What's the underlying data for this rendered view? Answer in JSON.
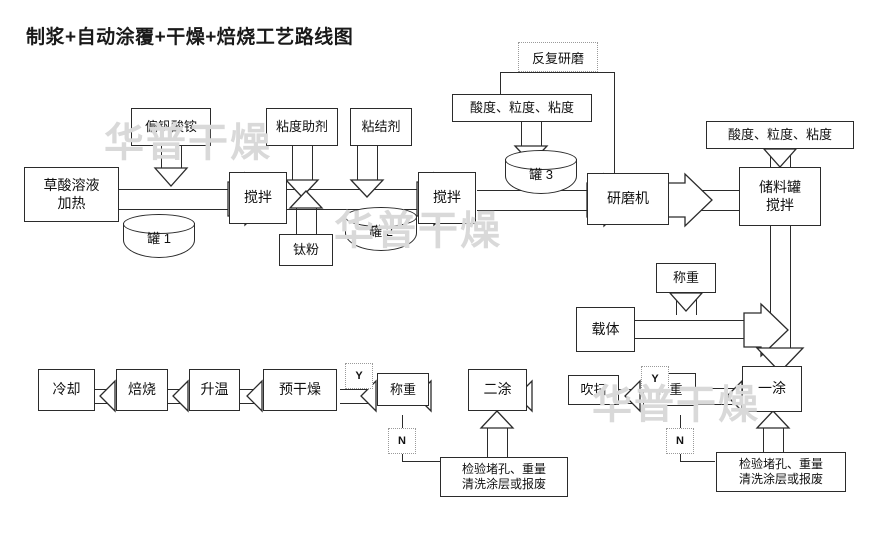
{
  "title": "制浆+自动涂覆+干燥+焙烧工艺路线图",
  "watermark": {
    "text": "华普干燥"
  },
  "nodes": {
    "ammonium_metavanadate": "偏钒酸铵",
    "viscosity_aid": "粘度助剂",
    "binder": "粘结剂",
    "oxalic_acid_heat_l1": "草酸溶液",
    "oxalic_acid_heat_l2": "加热",
    "tank1": "罐 1",
    "mix1": "搅拌",
    "titanium_powder": "钛粉",
    "tank2": "罐 2",
    "mix2": "搅拌",
    "repeat_grinding": "反复研磨",
    "quality_check_1": "酸度、粒度、粘度",
    "tank3": "罐 3",
    "grinder": "研磨机",
    "quality_check_2": "酸度、粒度、粘度",
    "storage_tank_l1": "储料罐",
    "storage_tank_l2": "搅拌",
    "weigh_carrier": "称重",
    "carrier": "载体",
    "coat1": "一涂",
    "weigh1": "称重",
    "blow": "吹扫",
    "coat2": "二涂",
    "weigh2": "称重",
    "predry": "预干燥",
    "heatup": "升温",
    "calcine": "焙烧",
    "cool": "冷却",
    "inspect_right_l1": "检验堵孔、重量",
    "inspect_right_l2": "清洗涂层或报废",
    "inspect_left_l1": "检验堵孔、重量",
    "inspect_left_l2": "清洗涂层或报废"
  },
  "decision_labels": {
    "yes_right": "Y",
    "no_right": "N",
    "yes_left": "Y",
    "no_left": "N"
  },
  "colors": {
    "stroke": "#2b2b2b",
    "text": "#101010",
    "background": "#ffffff",
    "dashed_stroke": "#9a9a9a",
    "watermark": "#d9d9d9"
  },
  "chart_data": {
    "type": "diagram",
    "diagram_kind": "process-flowchart",
    "flow_sequence": [
      "草酸溶液加热",
      "搅拌",
      "搅拌",
      "研磨机",
      "储料罐搅拌",
      "一涂",
      "称重",
      "吹扫",
      "二涂",
      "称重",
      "预干燥",
      "升温",
      "焙烧",
      "冷却"
    ]
  }
}
